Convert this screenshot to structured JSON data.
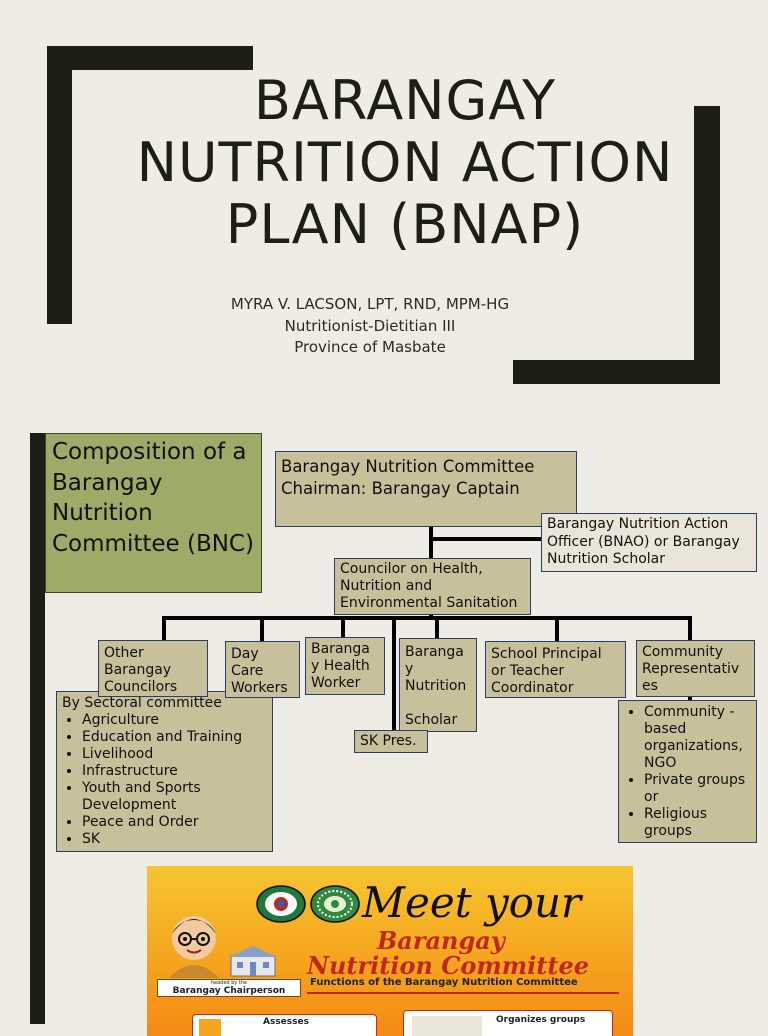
{
  "slide1": {
    "title_lines": [
      "BARANGAY",
      "NUTRITION ACTION",
      "PLAN (BNAP)"
    ],
    "subtitle_lines": [
      "MYRA V. LACSON, LPT, RND, MPM-HG",
      "Nutritionist-Dietitian III",
      "Province of Masbate"
    ],
    "accent_color": "#1d1f16"
  },
  "slide2": {
    "heading": "Composition of a Barangay Nutrition Committee (BNC)",
    "chairman": {
      "line1": "Barangay Nutrition Committee",
      "line2": "Chairman: Barangay Captain"
    },
    "bnao": "Barangay Nutrition Action Officer (BNAO) or Barangay Nutrition Scholar",
    "councilor": "Councilor on Health, Nutrition and Environmental Sanitation",
    "members": {
      "other_councilors": "Other Barangay Councilors",
      "day_care": "Day Care Workers",
      "bhw": "Baranga y Health Worker",
      "bns_line1": "Baranga y Nutrition",
      "bns_line2": "Scholar",
      "school": "School Principal or Teacher Coordinator",
      "community": "Community Representativ es"
    },
    "sk": "SK Pres.",
    "sectoral": {
      "heading": "By Sectoral committee",
      "items": [
        "Agriculture",
        "Education and Training",
        "Livelihood",
        "Infrastructure",
        "Youth and Sports Development",
        "Peace and Order",
        "SK"
      ]
    },
    "community_groups": {
      "items": [
        "Community - based organizations, NGO",
        "Private groups or",
        "Religious groups"
      ]
    },
    "heading_color": "#9dab69",
    "box_color": "#c8bf9b"
  },
  "slide3": {
    "meet": "Meet your",
    "title1": "Barangay",
    "title2": "Nutrition Committee",
    "functions": "Functions of the Barangay Nutrition Committee",
    "headed_by": "headed by the",
    "chairperson": "Barangay Chairperson",
    "card1": "Assesses",
    "card2": "Organizes groups"
  }
}
